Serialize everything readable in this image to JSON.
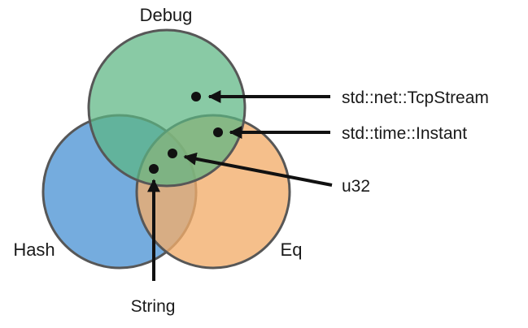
{
  "sets": [
    {
      "key": "debug",
      "label": "Debug",
      "fill": "#5cb682",
      "stroke": "#575757"
    },
    {
      "key": "hash",
      "label": "Hash",
      "fill": "#5d9ed8",
      "stroke": "#575757"
    },
    {
      "key": "eq",
      "label": "Eq",
      "fill": "#f2ad6a",
      "stroke": "#575757"
    }
  ],
  "items": [
    {
      "key": "tcpstream",
      "label": "std::net::TcpStream",
      "member_of": [
        "Debug"
      ]
    },
    {
      "key": "instant",
      "label": "std::time::Instant",
      "member_of": [
        "Debug",
        "Eq"
      ]
    },
    {
      "key": "u32",
      "label": "u32",
      "member_of": [
        "Debug",
        "Eq",
        "Hash"
      ]
    },
    {
      "key": "string",
      "label": "String",
      "member_of": [
        "Debug",
        "Eq",
        "Hash"
      ]
    }
  ],
  "colors": {
    "circle_stroke": "#575757",
    "arrow": "#111111",
    "text": "#1a1a1a"
  }
}
